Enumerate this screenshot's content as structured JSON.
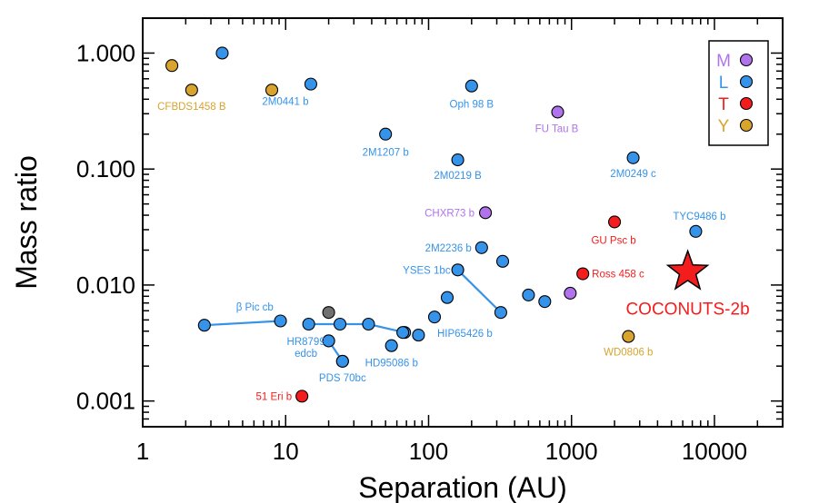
{
  "chart_data": {
    "type": "scatter",
    "xlabel": "Separation (AU)",
    "ylabel": "Mass ratio",
    "xscale": "log",
    "yscale": "log",
    "xlim": [
      1,
      30000
    ],
    "ylim": [
      0.0006,
      2.0
    ],
    "x_ticks": [
      {
        "value": 1,
        "label": "1"
      },
      {
        "value": 10,
        "label": "10"
      },
      {
        "value": 100,
        "label": "100"
      },
      {
        "value": 1000,
        "label": "1000"
      },
      {
        "value": 10000,
        "label": "10000"
      }
    ],
    "y_ticks": [
      {
        "value": 0.001,
        "label": "0.001"
      },
      {
        "value": 0.01,
        "label": "0.010"
      },
      {
        "value": 0.1,
        "label": "0.100"
      },
      {
        "value": 1,
        "label": "1.000"
      }
    ],
    "colors": {
      "M": "#b073ec",
      "L": "#3593ea",
      "T": "#f41d1d",
      "Y": "#d8a42e",
      "unknown": "#707070"
    },
    "legend": {
      "position": "top-right",
      "entries": [
        {
          "key": "M",
          "label": "M"
        },
        {
          "key": "L",
          "label": "L"
        },
        {
          "key": "T",
          "label": "T"
        },
        {
          "key": "Y",
          "label": "Y"
        }
      ]
    },
    "points": [
      {
        "x": 1.6,
        "y": 0.78,
        "cls": "Y",
        "label": ""
      },
      {
        "x": 2.2,
        "y": 0.48,
        "cls": "Y",
        "label": "CFBDS1458 B"
      },
      {
        "x": 3.6,
        "y": 1.0,
        "cls": "L",
        "label": ""
      },
      {
        "x": 8.0,
        "y": 0.48,
        "cls": "Y",
        "label": ""
      },
      {
        "x": 15.0,
        "y": 0.54,
        "cls": "L",
        "label": "2M0441 b"
      },
      {
        "x": 200,
        "y": 0.52,
        "cls": "L",
        "label": "Oph 98 B"
      },
      {
        "x": 800,
        "y": 0.31,
        "cls": "M",
        "label": "FU Tau B"
      },
      {
        "x": 50,
        "y": 0.2,
        "cls": "L",
        "label": "2M1207 b"
      },
      {
        "x": 160,
        "y": 0.12,
        "cls": "L",
        "label": "2M0219 B"
      },
      {
        "x": 2700,
        "y": 0.125,
        "cls": "L",
        "label": "2M0249 c"
      },
      {
        "x": 250,
        "y": 0.042,
        "cls": "M",
        "label": "CHXR73 b"
      },
      {
        "x": 2000,
        "y": 0.035,
        "cls": "T",
        "label": "GU Psc b"
      },
      {
        "x": 7400,
        "y": 0.029,
        "cls": "L",
        "label": "TYC9486 b"
      },
      {
        "x": 235,
        "y": 0.021,
        "cls": "L",
        "label": "2M2236 b"
      },
      {
        "x": 330,
        "y": 0.016,
        "cls": "L",
        "label": ""
      },
      {
        "x": 1200,
        "y": 0.0125,
        "cls": "T",
        "label": "Ross 458 c"
      },
      {
        "x": 500,
        "y": 0.0082,
        "cls": "L",
        "label": ""
      },
      {
        "x": 650,
        "y": 0.0072,
        "cls": "L",
        "label": ""
      },
      {
        "x": 980,
        "y": 0.0085,
        "cls": "M",
        "label": ""
      },
      {
        "x": 135,
        "y": 0.0078,
        "cls": "L",
        "label": ""
      },
      {
        "x": 110,
        "y": 0.0053,
        "cls": "L",
        "label": "HIP65426 b"
      },
      {
        "x": 85,
        "y": 0.0037,
        "cls": "L",
        "label": ""
      },
      {
        "x": 66,
        "y": 0.0039,
        "cls": "L",
        "label": ""
      },
      {
        "x": 55,
        "y": 0.003,
        "cls": "L",
        "label": "HD95086 b"
      },
      {
        "x": 20,
        "y": 0.0058,
        "cls": "unknown",
        "label": ""
      },
      {
        "x": 20,
        "y": 0.0033,
        "cls": "L",
        "label": ""
      },
      {
        "x": 25,
        "y": 0.0022,
        "cls": "L",
        "label": "PDS 70bc"
      },
      {
        "x": 2500,
        "y": 0.0036,
        "cls": "Y",
        "label": "WD0806 b"
      },
      {
        "x": 13,
        "y": 0.0011,
        "cls": "T",
        "label": "51 Eri b"
      }
    ],
    "connected_groups": [
      {
        "label": "β Pic cb",
        "cls": "L",
        "points": [
          [
            2.7,
            0.0045
          ],
          [
            9.2,
            0.0049
          ]
        ]
      },
      {
        "label": "HR8799 edcb",
        "cls": "L",
        "points": [
          [
            14.5,
            0.0046
          ],
          [
            24.0,
            0.0046
          ],
          [
            38.0,
            0.0046
          ],
          [
            68.0,
            0.0039
          ]
        ]
      },
      {
        "label": "PDS 70bc",
        "cls": "L",
        "points": [
          [
            20.0,
            0.0033
          ],
          [
            25.0,
            0.0022
          ]
        ]
      },
      {
        "label": "YSES 1bc",
        "cls": "L",
        "points": [
          [
            160.0,
            0.0135
          ],
          [
            320.0,
            0.0058
          ]
        ]
      }
    ],
    "highlight": {
      "x": 6500,
      "y": 0.013,
      "label": "COCONUTS-2b",
      "cls": "T"
    }
  }
}
